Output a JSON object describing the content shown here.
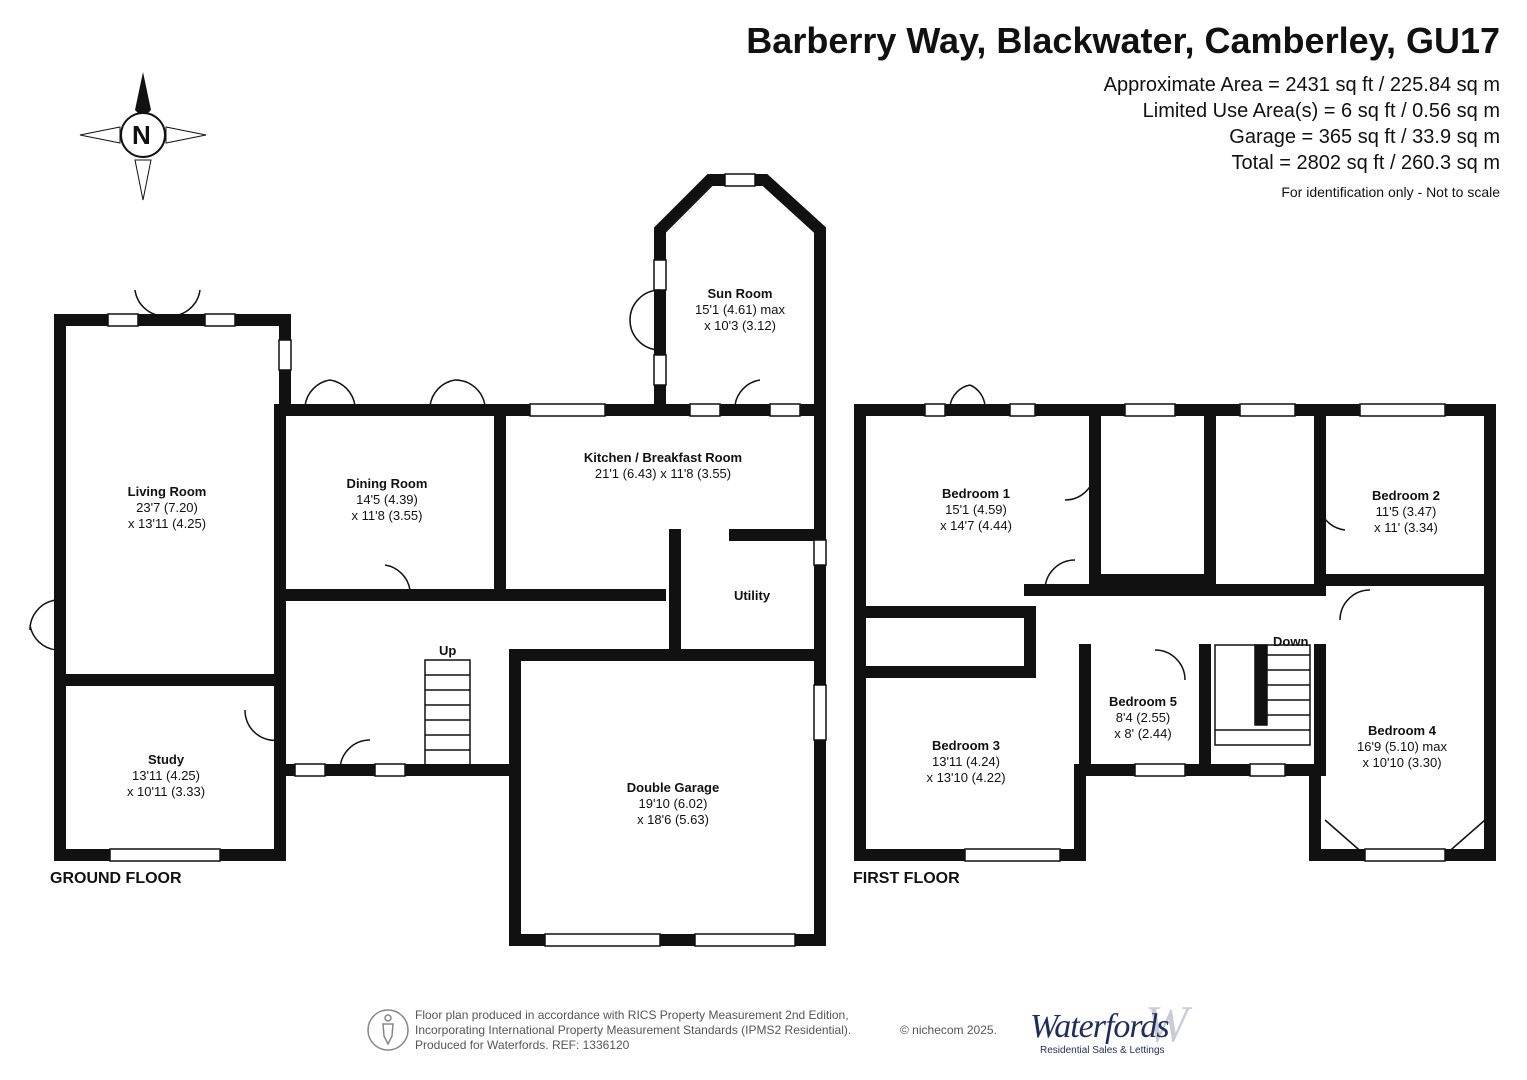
{
  "header": {
    "title": "Barberry Way, Blackwater, Camberley, GU17",
    "areas": [
      "Approximate Area = 2431 sq ft / 225.84 sq m",
      "Limited Use Area(s) = 6 sq ft / 0.56 sq m",
      "Garage = 365 sq ft / 33.9 sq m",
      "Total = 2802 sq ft / 260.3 sq m"
    ],
    "note": "For identification only - Not to scale"
  },
  "compass": {
    "letter": "N",
    "icon": "compass-rose-icon"
  },
  "rooms": {
    "living": {
      "name": "Living Room",
      "dim1": "23'7 (7.20)",
      "dim2": "x 13'11 (4.25)"
    },
    "dining": {
      "name": "Dining Room",
      "dim1": "14'5 (4.39)",
      "dim2": "x 11'8 (3.55)"
    },
    "kitchen": {
      "name": "Kitchen / Breakfast Room",
      "dim1": "21'1 (6.43) x 11'8 (3.55)"
    },
    "sun": {
      "name": "Sun Room",
      "dim1": "15'1 (4.61) max",
      "dim2": "x 10'3 (3.12)"
    },
    "utility": {
      "name": "Utility"
    },
    "study": {
      "name": "Study",
      "dim1": "13'11 (4.25)",
      "dim2": "x 10'11 (3.33)"
    },
    "garage": {
      "name": "Double Garage",
      "dim1": "19'10 (6.02)",
      "dim2": "x 18'6 (5.63)"
    },
    "bed1": {
      "name": "Bedroom 1",
      "dim1": "15'1 (4.59)",
      "dim2": "x 14'7 (4.44)"
    },
    "bed2": {
      "name": "Bedroom 2",
      "dim1": "11'5 (3.47)",
      "dim2": "x 11' (3.34)"
    },
    "bed3": {
      "name": "Bedroom 3",
      "dim1": "13'11 (4.24)",
      "dim2": "x 13'10 (4.22)"
    },
    "bed4": {
      "name": "Bedroom 4",
      "dim1": "16'9 (5.10) max",
      "dim2": "x 10'10 (3.30)"
    },
    "bed5": {
      "name": "Bedroom 5",
      "dim1": "8'4 (2.55)",
      "dim2": "x 8' (2.44)"
    }
  },
  "stairs": {
    "up": "Up",
    "down": "Down"
  },
  "floors": {
    "ground": "GROUND FLOOR",
    "first": "FIRST FLOOR"
  },
  "footer": {
    "lines": [
      "Floor plan produced in accordance with RICS Property Measurement 2nd Edition,",
      "Incorporating International Property Measurement Standards (IPMS2 Residential).",
      "Produced for Waterfords.   REF: 1336120"
    ],
    "copyright": "© nichecom 2025.",
    "logo": "Waterfords",
    "logo_mark": "W",
    "logo_sub": "Residential Sales & Lettings"
  },
  "colors": {
    "wall": "#111111",
    "text": "#111111",
    "brand": "#1f2d5a"
  }
}
